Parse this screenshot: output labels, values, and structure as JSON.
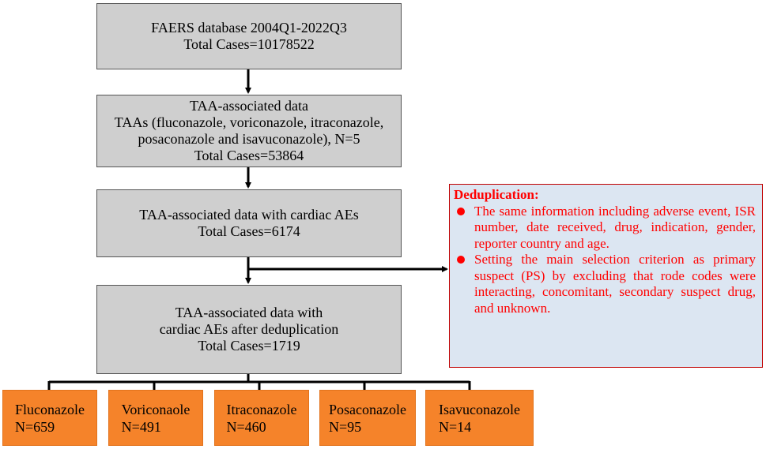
{
  "steps": [
    {
      "lines": [
        "FAERS database 2004Q1-2022Q3",
        "Total Cases=10178522"
      ]
    },
    {
      "lines": [
        "TAA-associated data",
        "TAAs (fluconazole, voriconazole, itraconazole,",
        "posaconazole and isavuconazole), N=5",
        "Total Cases=53864"
      ]
    },
    {
      "lines": [
        "TAA-associated data with cardiac AEs",
        "Total Cases=6174"
      ]
    },
    {
      "lines": [
        "TAA-associated data with",
        "cardiac AEs after deduplication",
        "Total Cases=1719"
      ]
    }
  ],
  "dedup": {
    "title": "Deduplication:",
    "bullets": [
      "The same information including adverse event, ISR number, date received, drug, indication, gender, reporter country and age.",
      "Setting the main selection criterion as primary suspect (PS) by excluding that rode codes were interacting, concomitant, secondary suspect drug, and unknown."
    ]
  },
  "drugs": [
    {
      "name": "Fluconazole",
      "n": "N=659"
    },
    {
      "name": "Voriconaole",
      "n": "N=491"
    },
    {
      "name": "Itraconazole",
      "n": "N=460"
    },
    {
      "name": "Posaconazole",
      "n": "N=95"
    },
    {
      "name": "Isavuconazole",
      "n": "N=14"
    }
  ],
  "colors": {
    "step_fill": "#cfcfcf",
    "drug_fill": "#f5832a",
    "note_fill": "#dce6f2",
    "note_text": "#ff0000"
  }
}
